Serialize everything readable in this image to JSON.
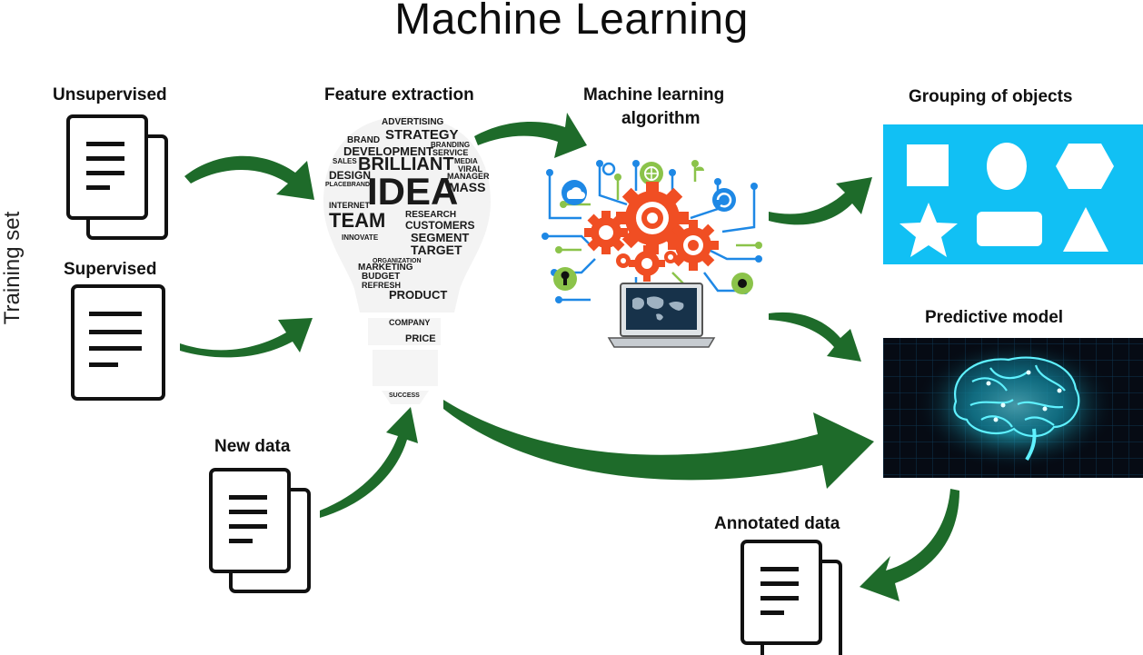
{
  "title": "Machine Learning",
  "side_label": "Training set",
  "labels": {
    "unsupervised": "Unsupervised",
    "supervised": "Supervised",
    "new_data": "New data",
    "feature_extraction": "Feature extraction",
    "ml_algorithm_line1": "Machine learning",
    "ml_algorithm_line2": "algorithm",
    "grouping": "Grouping of objects",
    "predictive_model": "Predictive model",
    "annotated_data": "Annotated data"
  },
  "word_cloud": {
    "words": [
      "ADVERTISING",
      "STRATEGY",
      "BRAND",
      "BRANDING",
      "DEVELOPMENT",
      "SERVICE",
      "SALES",
      "MEDIA",
      "BRILLIANT",
      "VIRAL",
      "DESIGN",
      "MANAGER",
      "IDEA",
      "MASS",
      "PLACEBRAND",
      "INTERNET",
      "TEAM",
      "RESEARCH",
      "CUSTOMERS",
      "SEGMENT",
      "INNOVATE",
      "TARGET",
      "ORGANIZATION",
      "MARKETING",
      "BUDGET",
      "REFRESH",
      "PRODUCT",
      "COMPANY",
      "PRICE",
      "SUCCESS"
    ]
  },
  "colors": {
    "arrow_green": "#1e6b2a",
    "grouping_bg": "#11c0f4",
    "gear_orange": "#f04e23",
    "circuit_blue": "#1e88e5",
    "circuit_green": "#8bc34a",
    "brain_glow": "#3ee8ff",
    "dark_panel": "#060b14"
  },
  "shapes": [
    "square-shape",
    "ellipse-shape",
    "hexagon-shape",
    "star-shape",
    "rounded-rect-shape",
    "triangle-shape"
  ]
}
